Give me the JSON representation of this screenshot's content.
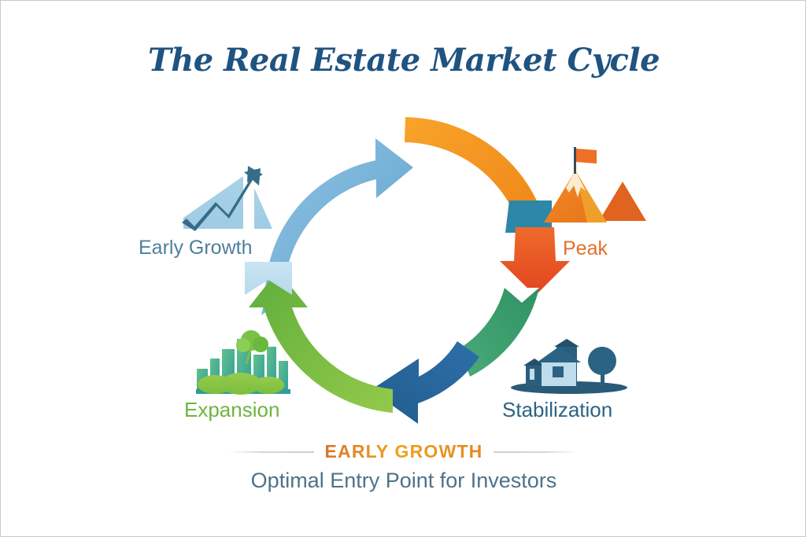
{
  "meta": {
    "background_color": "#FFFFFF",
    "border_color": "#C9C9C9"
  },
  "header": {
    "title": "The Real Estate Market Cycle",
    "title_color": "#1F5380"
  },
  "diagram": {
    "type": "cycle",
    "direction": "clockwise",
    "stages": [
      {
        "id": "early-growth",
        "label": "Early Growth",
        "label_color": "#4E7F9B",
        "icon": "growth-chart-icon",
        "arc_color": "#7BB5DC",
        "arc_color_name": "light-blue",
        "position": "left"
      },
      {
        "id": "peak",
        "label": "Peak",
        "label_color": "#E2702A",
        "icon": "mountain-peak-flag-icon",
        "arc_color": "#F29020",
        "arc_color_name": "orange",
        "position": "top-right"
      },
      {
        "id": "stabilization",
        "label": "Stabilization",
        "label_color": "#2C6383",
        "icon": "house-tree-icon",
        "arc_color": "#3E9E6E",
        "arc_color_name": "sea-green",
        "position": "bottom-right"
      },
      {
        "id": "expansion",
        "label": "Expansion",
        "label_color": "#6EB440",
        "icon": "cityscape-tree-icon",
        "arc_color": "#7CBF44",
        "arc_color_name": "green",
        "position": "bottom-left"
      }
    ],
    "arrows": [
      {
        "id": "arrow-early-growth-to-peak",
        "color": "#7BB5DC",
        "from": "early-growth",
        "to": "peak"
      },
      {
        "id": "arrow-peak-descent",
        "color": "#F29020",
        "from": "peak",
        "to": "peak-drop"
      },
      {
        "id": "arrow-peak-drop",
        "color": "#E8522A",
        "from": "peak",
        "to": "stabilization"
      },
      {
        "id": "arrow-stabilization",
        "color": "#3E9E6E",
        "from": "stabilization",
        "to": "stabilization-base"
      },
      {
        "id": "arrow-stabilization-to-expansion",
        "color": "#2B6CA3",
        "from": "stabilization",
        "to": "expansion"
      },
      {
        "id": "arrow-expansion-to-early-growth",
        "color": "#7CBF44",
        "from": "expansion",
        "to": "early-growth"
      }
    ]
  },
  "footer": {
    "eyebrow": "EARLY GROWTH",
    "eyebrow_color": "#E08A22",
    "subtitle": "Optimal Entry Point for Investors",
    "subtitle_color": "#4E7288"
  }
}
